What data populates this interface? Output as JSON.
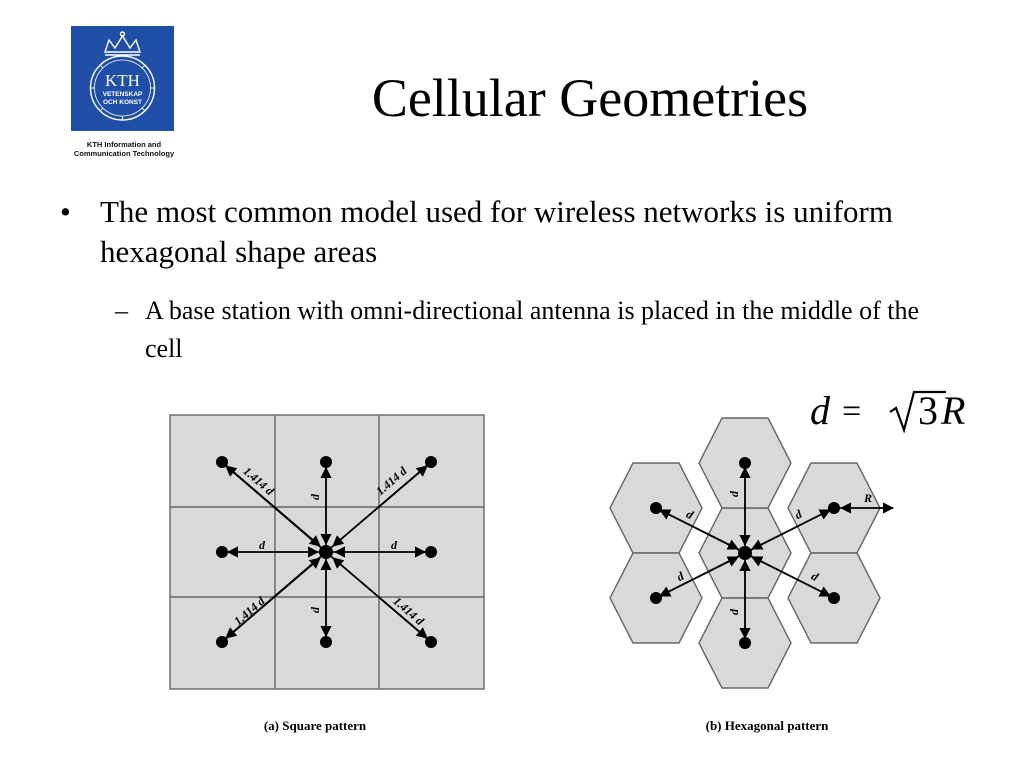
{
  "logo": {
    "name": "KTH",
    "line1": "VETENSKAP",
    "line2": "OCH KONST",
    "caption_line1": "KTH Information and",
    "caption_line2": "Communication Technology",
    "color": "#1f4fa6"
  },
  "title": "Cellular Geometries",
  "bullet": {
    "marker": "•",
    "text": "The most common model used for wireless networks is uniform hexagonal shape areas"
  },
  "sub_bullet": {
    "marker": "–",
    "text": "A base station with omni-directional antenna is placed in the middle of the cell"
  },
  "formula": {
    "lhs": "d",
    "equals": "=",
    "radicand": "3",
    "rhs": "R"
  },
  "square_pattern": {
    "caption": "(a) Square pattern",
    "grid_rows": 3,
    "grid_cols": 3,
    "orthogonal_label": "d",
    "diagonal_label": "1.414 d",
    "fill": "#d9d9d9"
  },
  "hexagonal_pattern": {
    "caption": "(b) Hexagonal pattern",
    "cell_count": 7,
    "neighbor_label": "d",
    "radius_label": "R",
    "fill": "#d9d9d9"
  }
}
